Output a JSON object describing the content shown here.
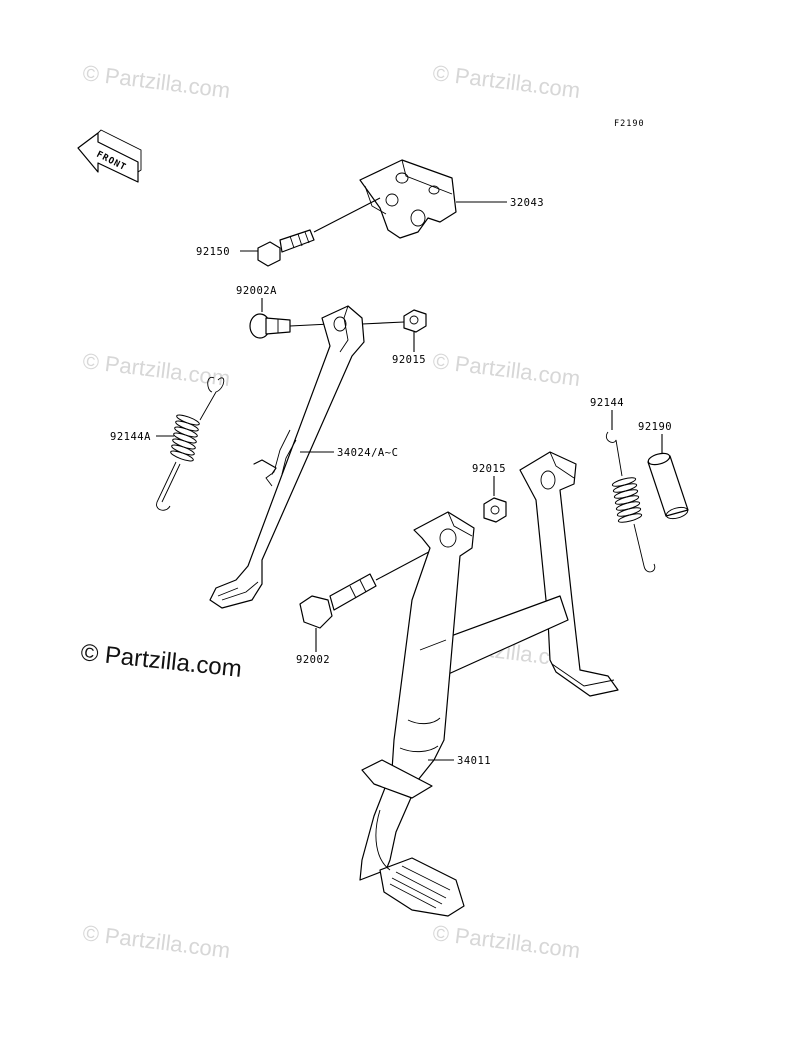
{
  "diagram_code": "F2190",
  "front_label": "FRONT",
  "brand": "© Partzilla.com",
  "watermark": "© Partzilla.com",
  "parts": {
    "bracket": "32043",
    "bracket_bolt": "92150",
    "side_stand_bolt": "92002A",
    "side_stand_nut": "92015",
    "side_stand": "34024/A~C",
    "side_stand_spring": "92144A",
    "main_stand_nut": "92015",
    "main_stand_spring": "92144",
    "collar": "92190",
    "main_stand_bolt": "92002",
    "main_stand": "34011"
  }
}
